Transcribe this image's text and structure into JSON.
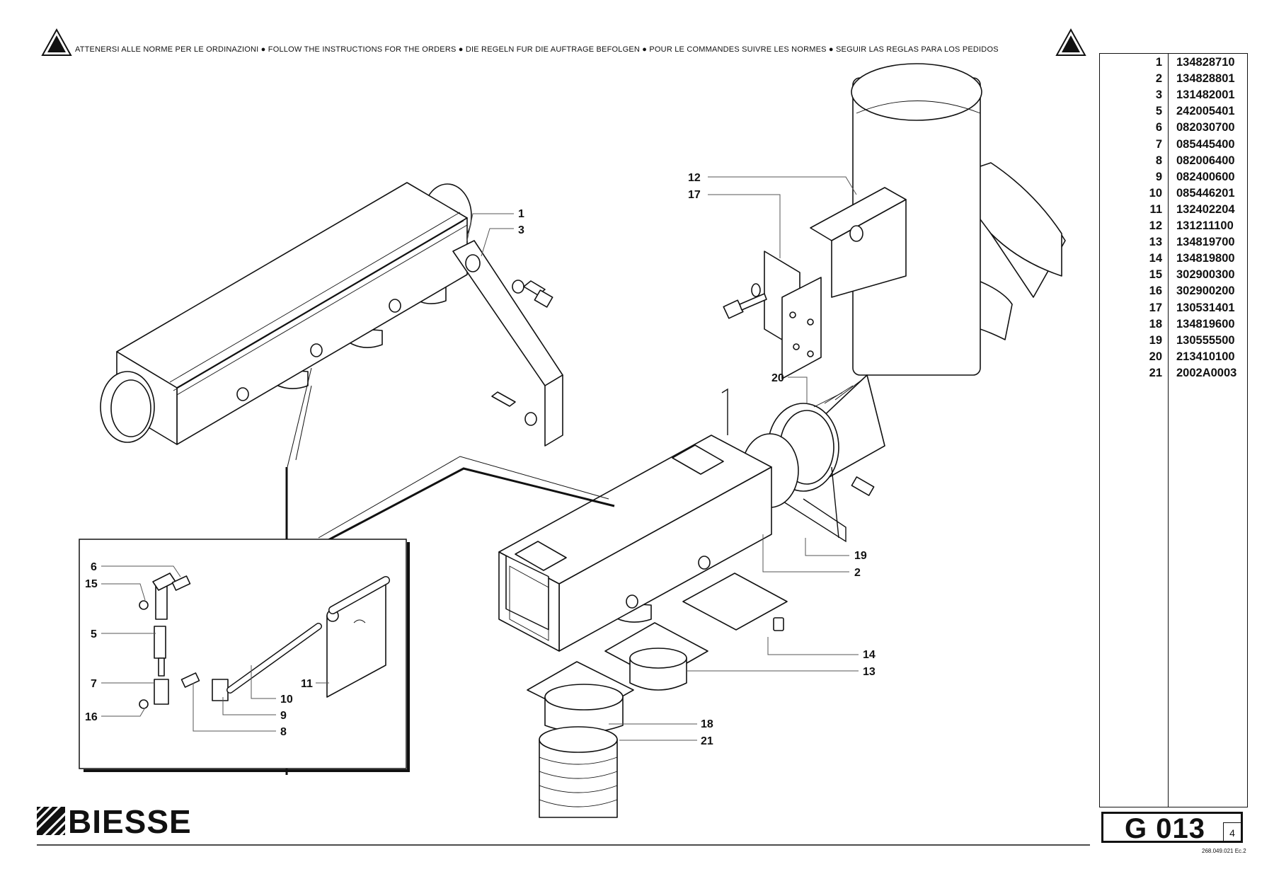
{
  "header": {
    "text": "ATTENERSI ALLE NORME PER LE ORDINAZIONI  ●  FOLLOW THE INSTRUCTIONS FOR THE ORDERS ● DIE REGELN FUR DIE AUFTRAGE BEFOLGEN ● POUR LE COMMANDES SUIVRE LES NORMES ● SEGUIR LAS REGLAS PARA LOS PEDIDOS"
  },
  "brand": {
    "name": "BIESSE"
  },
  "sheet": {
    "code": "G 013",
    "page": "4",
    "doc_ref": "268.049.021 Ec.2"
  },
  "parts": [
    {
      "pos": "1",
      "code": "134828710"
    },
    {
      "pos": "2",
      "code": "134828801"
    },
    {
      "pos": "3",
      "code": "131482001"
    },
    {
      "pos": "5",
      "code": "242005401"
    },
    {
      "pos": "6",
      "code": "082030700"
    },
    {
      "pos": "7",
      "code": "085445400"
    },
    {
      "pos": "8",
      "code": "082006400"
    },
    {
      "pos": "9",
      "code": "082400600"
    },
    {
      "pos": "10",
      "code": "085446201"
    },
    {
      "pos": "11",
      "code": "132402204"
    },
    {
      "pos": "12",
      "code": "131211100"
    },
    {
      "pos": "13",
      "code": "134819700"
    },
    {
      "pos": "14",
      "code": "134819800"
    },
    {
      "pos": "15",
      "code": "302900300"
    },
    {
      "pos": "16",
      "code": "302900200"
    },
    {
      "pos": "17",
      "code": "130531401"
    },
    {
      "pos": "18",
      "code": "134819600"
    },
    {
      "pos": "19",
      "code": "130555500"
    },
    {
      "pos": "20",
      "code": "213410100"
    },
    {
      "pos": "21",
      "code": "2002A0003"
    }
  ],
  "callouts": {
    "c1": "1",
    "c3": "3",
    "c12": "12",
    "c17": "17",
    "c20": "20",
    "c19": "19",
    "c2": "2",
    "c14": "14",
    "c13": "13",
    "c18": "18",
    "c21": "21",
    "c6": "6",
    "c15": "15",
    "c5": "5",
    "c7": "7",
    "c16": "16",
    "c11": "11",
    "c10": "10",
    "c9": "9",
    "c8": "8"
  }
}
